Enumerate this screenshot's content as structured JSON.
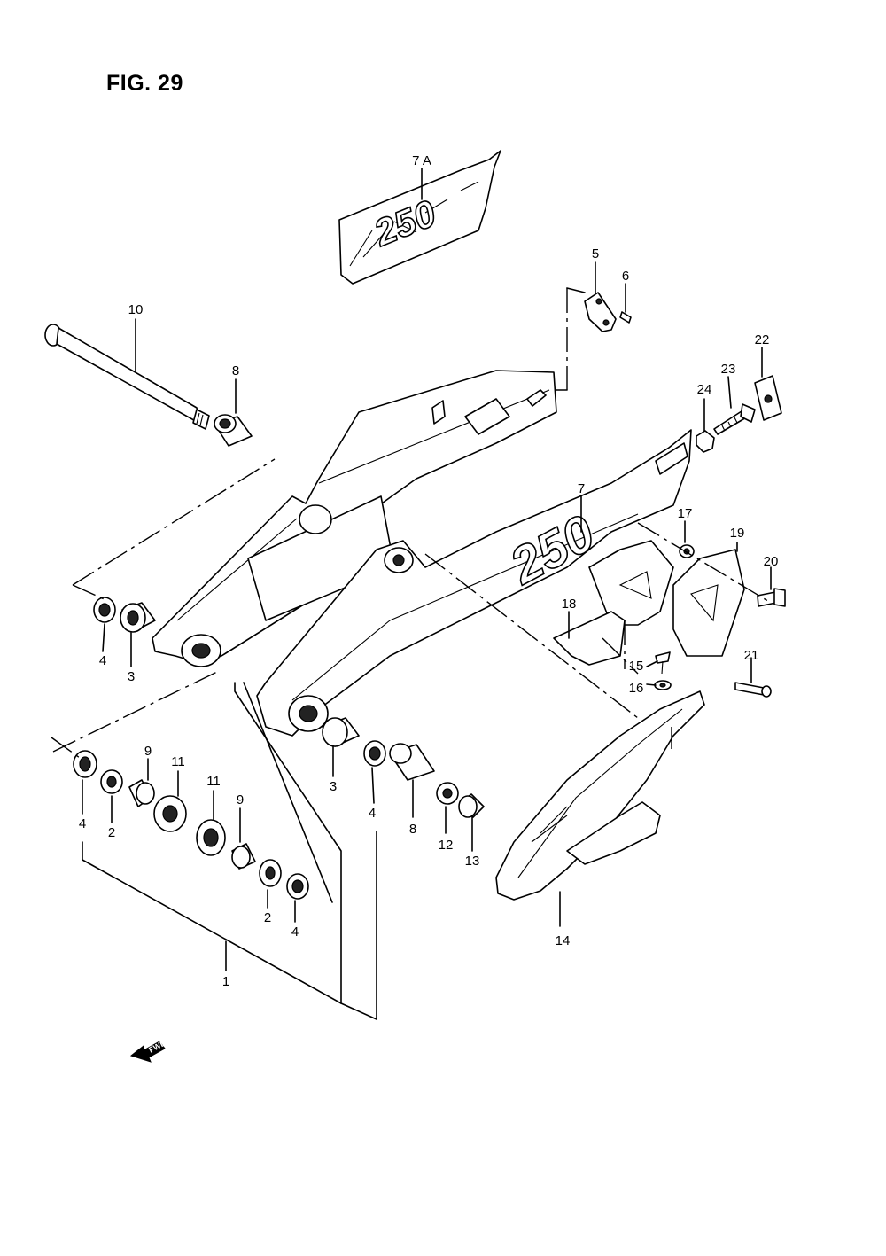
{
  "figure": {
    "title": "FIG. 29"
  },
  "decals": {
    "swingarm_logo": "250",
    "top_decal_logo": "250"
  },
  "direction_marker": {
    "text": "FWD"
  },
  "callouts": [
    {
      "id": "c1",
      "label": "1"
    },
    {
      "id": "c2a",
      "label": "2"
    },
    {
      "id": "c2b",
      "label": "2"
    },
    {
      "id": "c3a",
      "label": "3"
    },
    {
      "id": "c3b",
      "label": "3"
    },
    {
      "id": "c4a",
      "label": "4"
    },
    {
      "id": "c4b",
      "label": "4"
    },
    {
      "id": "c4c",
      "label": "4"
    },
    {
      "id": "c4d",
      "label": "4"
    },
    {
      "id": "c5",
      "label": "5"
    },
    {
      "id": "c6",
      "label": "6"
    },
    {
      "id": "c7",
      "label": "7"
    },
    {
      "id": "c7a",
      "label": "7 A"
    },
    {
      "id": "c8a",
      "label": "8"
    },
    {
      "id": "c8b",
      "label": "8"
    },
    {
      "id": "c9a",
      "label": "9"
    },
    {
      "id": "c9b",
      "label": "9"
    },
    {
      "id": "c10",
      "label": "10"
    },
    {
      "id": "c11a",
      "label": "11"
    },
    {
      "id": "c11b",
      "label": "11"
    },
    {
      "id": "c12",
      "label": "12"
    },
    {
      "id": "c13",
      "label": "13"
    },
    {
      "id": "c14",
      "label": "14"
    },
    {
      "id": "c15",
      "label": "15"
    },
    {
      "id": "c16",
      "label": "16"
    },
    {
      "id": "c17",
      "label": "17"
    },
    {
      "id": "c18",
      "label": "18"
    },
    {
      "id": "c19",
      "label": "19"
    },
    {
      "id": "c20",
      "label": "20"
    },
    {
      "id": "c21",
      "label": "21"
    },
    {
      "id": "c22",
      "label": "22"
    },
    {
      "id": "c23",
      "label": "23"
    },
    {
      "id": "c24",
      "label": "24"
    }
  ]
}
